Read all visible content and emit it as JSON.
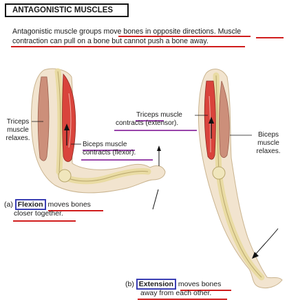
{
  "title": "ANTAGONISTIC MUSCLES",
  "intro": {
    "line1_a": "Antagonistic muscle groups ",
    "line1_b": "move bones in opposite directions",
    "line1_c": ". ",
    "line1_d": "Muscle",
    "line2": "contraction can pull on a bone but cannot push a bone away."
  },
  "panel_a": {
    "triceps": [
      "Triceps",
      "muscle",
      "relaxes."
    ],
    "biceps": [
      "Biceps muscle",
      "contracts (flexor)."
    ],
    "caption_prefix": "(a)",
    "caption_term": "Flexion",
    "caption_rest": "moves bones",
    "caption_line2": "closer together."
  },
  "panel_b": {
    "triceps": [
      "Triceps muscle",
      "contracts (extensor)."
    ],
    "biceps": [
      "Biceps",
      "muscle",
      "relaxes."
    ],
    "caption_prefix": "(b)",
    "caption_term": "Extension",
    "caption_rest": "moves bones",
    "caption_line2": "away from each other."
  },
  "colors": {
    "red_underline": "#d01c1c",
    "purple_underline": "#8a2a9e",
    "term_box": "#3b3fb4",
    "skin": "#f2e4cf",
    "muscle": "#d9443c",
    "bone": "#efe3a8"
  }
}
